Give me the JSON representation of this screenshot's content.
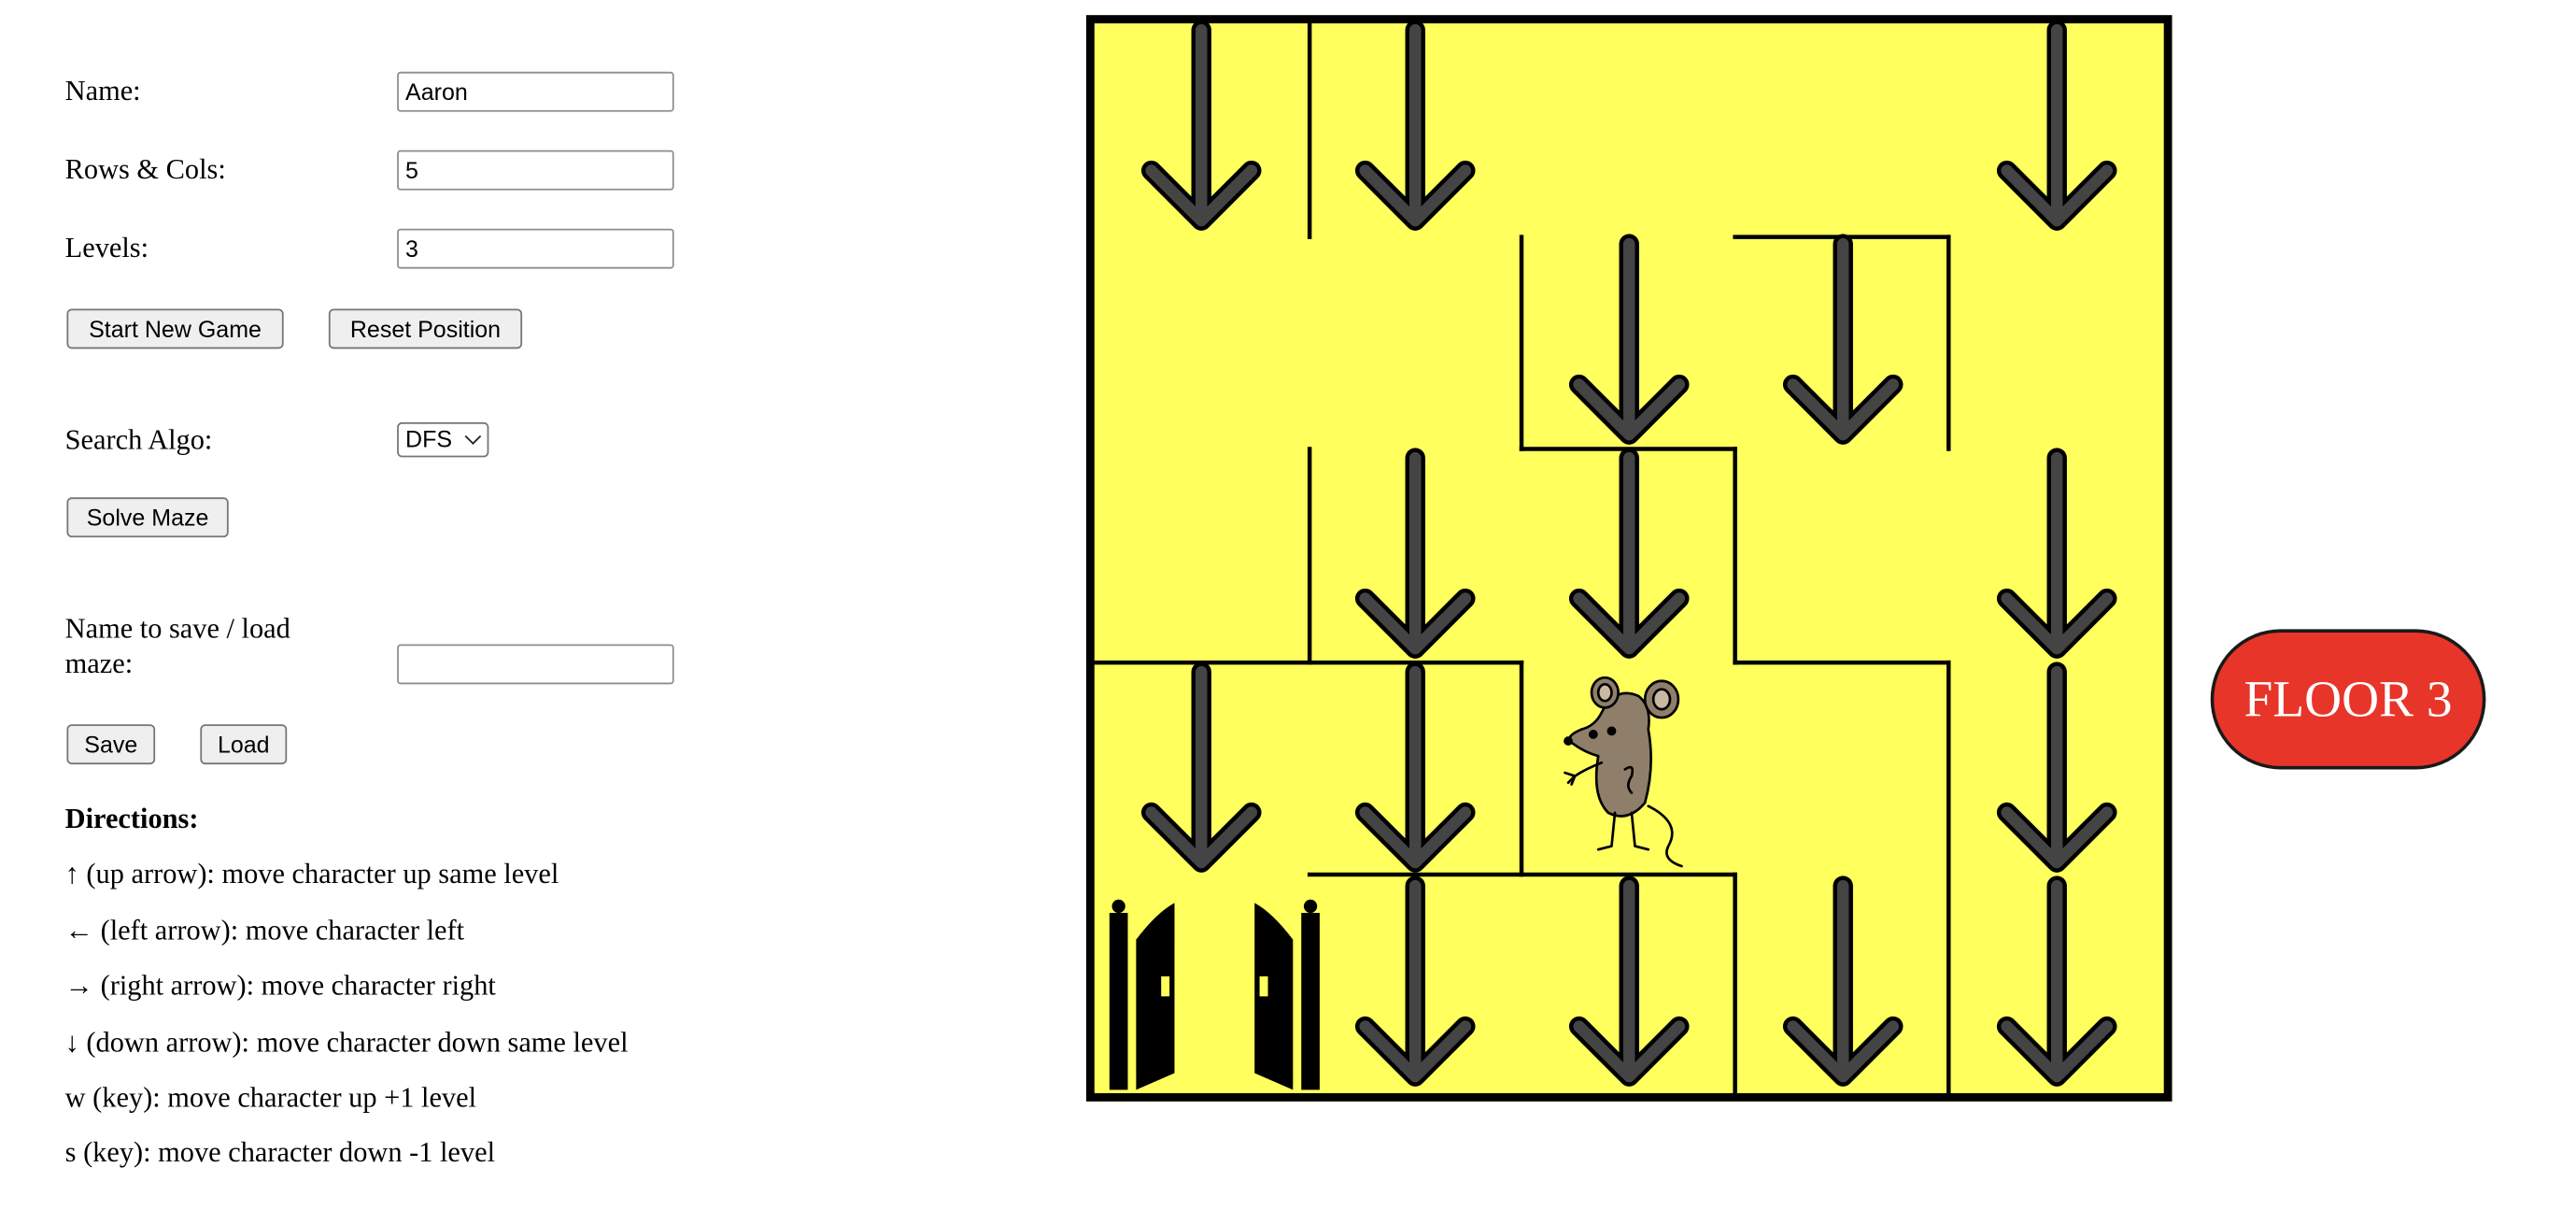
{
  "form": {
    "name_label": "Name:",
    "name_value": "Aaron",
    "rows_cols_label": "Rows & Cols:",
    "rows_cols_value": "5",
    "levels_label": "Levels:",
    "levels_value": "3",
    "start_button": "Start New Game",
    "reset_button": "Reset Position",
    "algo_label": "Search Algo:",
    "algo_value": "DFS",
    "solve_button": "Solve Maze",
    "save_name_label_line1": "Name to save / load",
    "save_name_label_line2": "maze:",
    "save_name_value": "",
    "save_button": "Save",
    "load_button": "Load"
  },
  "directions": {
    "title": "Directions:",
    "items": [
      "↑ (up arrow): move character up same level",
      "← (left arrow): move character left",
      "→ (right arrow): move character right",
      "↓ (down arrow): move character down same level",
      "w (key): move character up +1 level",
      "s (key): move character down -1 level"
    ]
  },
  "floor_badge": {
    "text": "FLOOR 3",
    "color": "#e8352a"
  },
  "maze": {
    "rows": 5,
    "cols": 5,
    "background": "#ffff5e",
    "down_arrow_cells": [
      [
        0,
        0
      ],
      [
        0,
        1
      ],
      [
        0,
        4
      ],
      [
        1,
        2
      ],
      [
        1,
        3
      ],
      [
        2,
        1
      ],
      [
        2,
        2
      ],
      [
        2,
        4
      ],
      [
        3,
        0
      ],
      [
        3,
        1
      ],
      [
        3,
        4
      ],
      [
        4,
        1
      ],
      [
        4,
        2
      ],
      [
        4,
        3
      ],
      [
        4,
        4
      ]
    ],
    "character": {
      "name": "mouse-character",
      "cell": [
        3,
        2
      ]
    },
    "exit": {
      "name": "exit-doors",
      "cell": [
        4,
        0
      ]
    }
  }
}
